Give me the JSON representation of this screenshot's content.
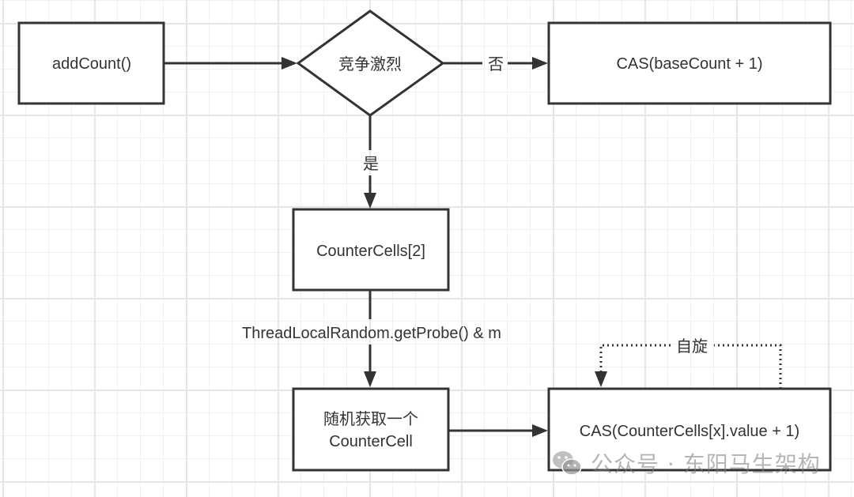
{
  "diagram": {
    "type": "flowchart",
    "nodes": [
      {
        "id": "addCount",
        "shape": "rectangle",
        "label": "addCount()"
      },
      {
        "id": "contention",
        "shape": "diamond",
        "label": "竞争激烈"
      },
      {
        "id": "casBase",
        "shape": "rectangle",
        "label": "CAS(baseCount + 1)"
      },
      {
        "id": "counterCells",
        "shape": "rectangle",
        "label": "CounterCells[2]"
      },
      {
        "id": "randomCell",
        "shape": "rectangle",
        "label_lines": [
          "随机获取一个",
          "CounterCell"
        ]
      },
      {
        "id": "casCell",
        "shape": "rectangle",
        "label": "CAS(CounterCells[x].value + 1)"
      }
    ],
    "edges": [
      {
        "from": "addCount",
        "to": "contention",
        "label": "",
        "style": "solid"
      },
      {
        "from": "contention",
        "to": "casBase",
        "label": "否",
        "style": "solid"
      },
      {
        "from": "contention",
        "to": "counterCells",
        "label": "是",
        "style": "solid"
      },
      {
        "from": "counterCells",
        "to": "randomCell",
        "label": "ThreadLocalRandom.getProbe() & m",
        "style": "solid"
      },
      {
        "from": "randomCell",
        "to": "casCell",
        "label": "",
        "style": "solid"
      },
      {
        "from": "casCell",
        "to": "casCell",
        "label": "自旋",
        "style": "dotted"
      }
    ]
  },
  "labels": {
    "addCount": "addCount()",
    "contention": "竞争激烈",
    "casBase": "CAS(baseCount + 1)",
    "counterCells": "CounterCells[2]",
    "randomCell_line1": "随机获取一个",
    "randomCell_line2": "CounterCell",
    "casCell": "CAS(CounterCells[x].value + 1)",
    "edge_no": "否",
    "edge_yes": "是",
    "edge_probe": "ThreadLocalRandom.getProbe() & m",
    "edge_spin": "自旋"
  },
  "watermark": {
    "icon": "wechat-icon",
    "text": "公众号 · 东阳马生架构"
  },
  "colors": {
    "stroke": "#333333",
    "text": "#333333",
    "grid_major": "#e6e6e6",
    "grid_minor": "#f0f0f0",
    "background": "#ffffff"
  }
}
